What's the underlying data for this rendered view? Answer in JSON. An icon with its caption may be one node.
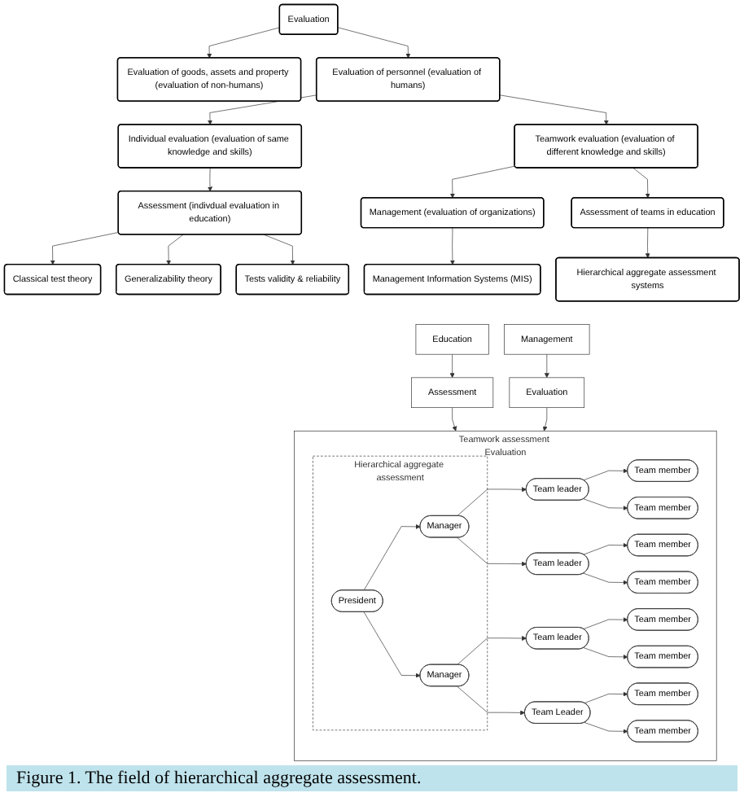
{
  "diagram": {
    "caption": "Figure 1. The field of hierarchical aggregate assessment.",
    "nodes": [
      {
        "text": [
          "Evaluation"
        ]
      },
      {
        "text": [
          "Evaluation of goods, assets and property (evaluation of non-humans)"
        ]
      },
      {
        "text": [
          "Evaluation of personnel (evaluation of humans)"
        ]
      },
      {
        "text": [
          "Individual evaluation (evaluation of same knowledge and skills)"
        ]
      },
      {
        "text": [
          "Teamwork evaluation (evaluation of different knowledge and skills)"
        ]
      },
      {
        "text": [
          "Assessment (indivdual evaluation in education)"
        ]
      },
      {
        "text": [
          "Management (evaluation of organizations)"
        ]
      },
      {
        "text": [
          "Assessment of teams in education"
        ]
      },
      {
        "text": [
          "Classical test theory"
        ]
      },
      {
        "text": [
          "Generalizability theory"
        ]
      },
      {
        "text": [
          "Tests validity & reliability"
        ]
      },
      {
        "text": [
          "Management Information Systems (MIS)"
        ]
      },
      {
        "text": [
          "Hierarchical aggregate assessment systems"
        ]
      },
      {
        "text": [
          "Education"
        ]
      },
      {
        "text": [
          "Management"
        ]
      },
      {
        "text": [
          "Assessment"
        ]
      },
      {
        "text": [
          "Evaluation"
        ]
      },
      {
        "text": [
          "Teamwork assessment Evaluation"
        ]
      },
      {
        "text": [
          "Hierarchical aggregate assessment"
        ],
        "in": 17
      },
      {
        "text": [
          "President"
        ],
        "in": 18
      },
      {
        "text": [
          "Manager"
        ],
        "in": 18
      },
      {
        "text": [
          "Manager"
        ],
        "in": 18
      },
      {
        "text": [
          "Team leader"
        ],
        "in": 17
      },
      {
        "text": [
          "Team leader"
        ],
        "in": 17
      },
      {
        "text": [
          "Team leader"
        ],
        "in": 17
      },
      {
        "text": [
          "Team Leader"
        ],
        "in": 17
      },
      {
        "text": [
          "Team member"
        ],
        "in": 17
      },
      {
        "text": [
          "Team member"
        ],
        "in": 17
      },
      {
        "text": [
          "Team member"
        ],
        "in": 17
      },
      {
        "text": [
          "Team member"
        ],
        "in": 17
      },
      {
        "text": [
          "Team member"
        ],
        "in": 17
      },
      {
        "text": [
          "Team member"
        ],
        "in": 17
      },
      {
        "text": [
          "Team member"
        ],
        "in": 17
      },
      {
        "text": [
          "Team member"
        ],
        "in": 17
      }
    ],
    "edges": [
      {
        "from": 0,
        "to": 1,
        "arrow": "to"
      },
      {
        "from": 0,
        "to": 2,
        "arrow": "to"
      },
      {
        "from": 2,
        "to": 3,
        "arrow": "to"
      },
      {
        "from": 2,
        "to": 4,
        "arrow": "to"
      },
      {
        "from": 3,
        "to": 5,
        "arrow": "to"
      },
      {
        "from": 4,
        "to": 6,
        "arrow": "to"
      },
      {
        "from": 4,
        "to": 7,
        "arrow": "to"
      },
      {
        "from": 5,
        "to": 8,
        "arrow": "to"
      },
      {
        "from": 5,
        "to": 9,
        "arrow": "to"
      },
      {
        "from": 5,
        "to": 10,
        "arrow": "to"
      },
      {
        "from": 6,
        "to": 11,
        "arrow": "to"
      },
      {
        "from": 7,
        "to": 12,
        "arrow": "to"
      },
      {
        "from": 13,
        "to": 15,
        "arrow": "to"
      },
      {
        "from": 14,
        "to": 16,
        "arrow": "to"
      },
      {
        "from": 15,
        "to": 17,
        "arrow": "to"
      },
      {
        "from": 16,
        "to": 17,
        "arrow": "to"
      },
      {
        "from": 19,
        "to": 20,
        "arrow": "to"
      },
      {
        "from": 19,
        "to": 21,
        "arrow": "to"
      },
      {
        "from": 20,
        "to": 22,
        "arrow": "to"
      },
      {
        "from": 20,
        "to": 23,
        "arrow": "to"
      },
      {
        "from": 21,
        "to": 24,
        "arrow": "to"
      },
      {
        "from": 21,
        "to": 25,
        "arrow": "to"
      },
      {
        "from": 22,
        "to": 26,
        "arrow": "to"
      },
      {
        "from": 22,
        "to": 27,
        "arrow": "to"
      },
      {
        "from": 23,
        "to": 28,
        "arrow": "to"
      },
      {
        "from": 23,
        "to": 29,
        "arrow": "to"
      },
      {
        "from": 24,
        "to": 30,
        "arrow": "to"
      },
      {
        "from": 24,
        "to": 31,
        "arrow": "to"
      },
      {
        "from": 25,
        "to": 32,
        "arrow": "to"
      },
      {
        "from": 25,
        "to": 33,
        "arrow": "to"
      }
    ]
  }
}
